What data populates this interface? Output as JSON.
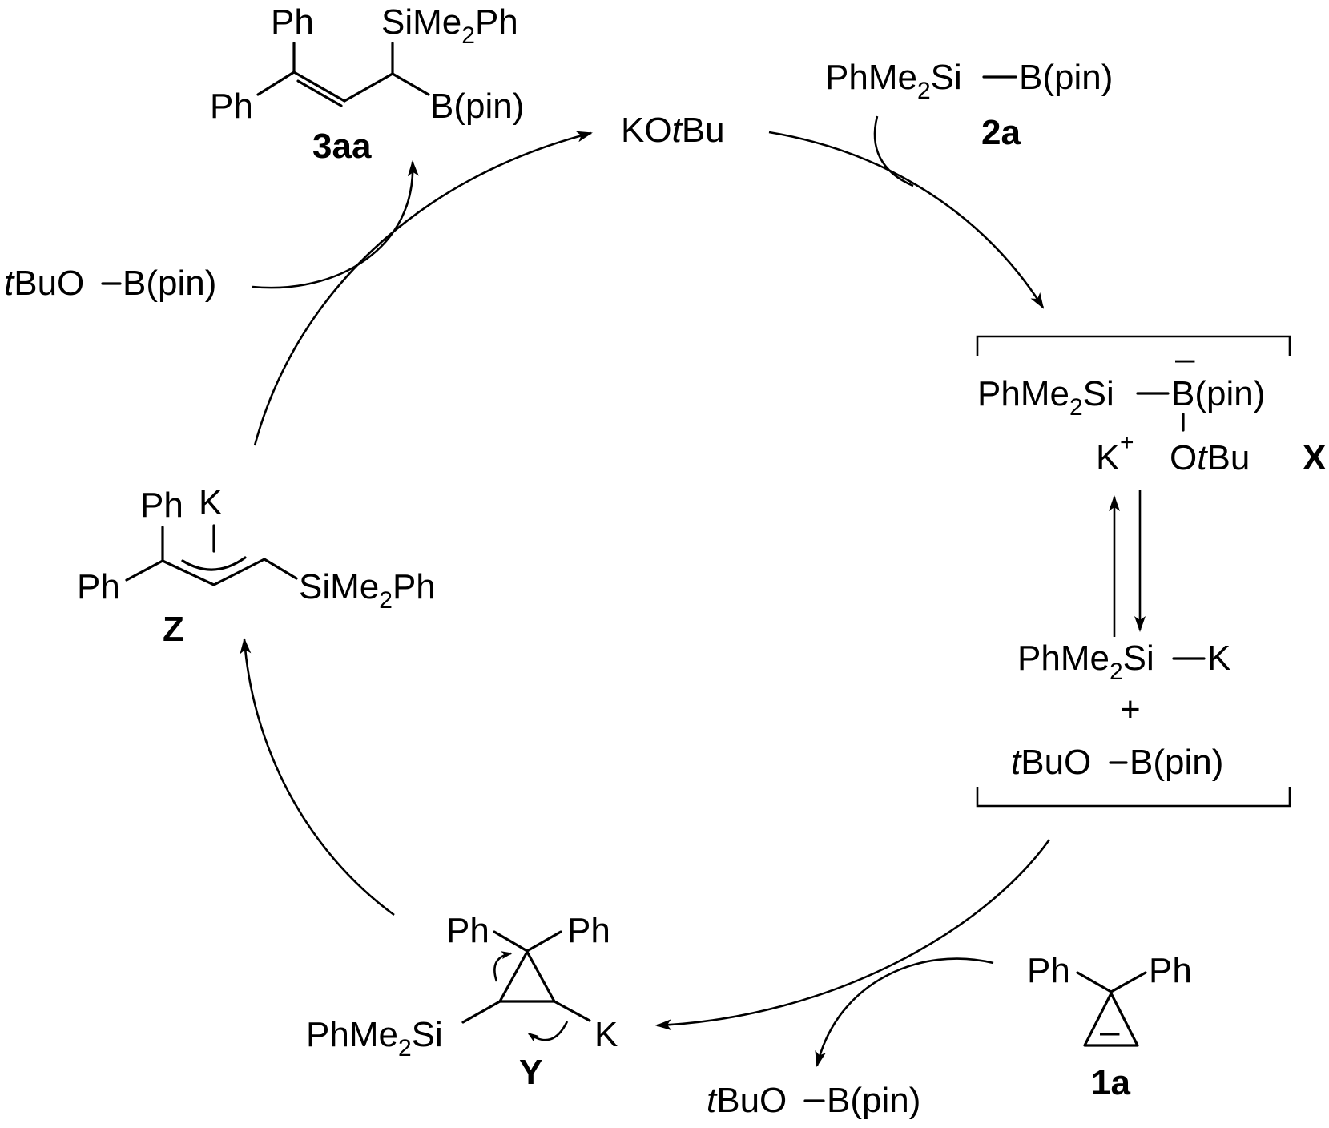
{
  "catalyst": {
    "prefix": "KO",
    "italic": "t",
    "suffix": "Bu"
  },
  "reagent_2a": {
    "left": "PhMe",
    "sub": "2",
    "right": "Si",
    "partner": "B(pin)",
    "label": "2a"
  },
  "reagent_1a": {
    "ph_left": "Ph",
    "ph_right": "Ph",
    "charge": "–",
    "label": "1a"
  },
  "byproduct_top": {
    "italic": "t",
    "text": "BuO",
    "partner": "B(pin)"
  },
  "byproduct_bottom": {
    "italic": "t",
    "text": "BuO",
    "partner": "B(pin)"
  },
  "product_3aa": {
    "ph1": "Ph",
    "ph2": "Ph",
    "si_left": "SiMe",
    "si_sub": "2",
    "si_right": "Ph",
    "boron": "B(pin)",
    "label": "3aa"
  },
  "intermediate_X": {
    "left": "PhMe",
    "sub": "2",
    "right": "Si",
    "boron": "B(pin)",
    "charge": "–",
    "cation": "K",
    "cation_charge": "+",
    "o_prefix": "O",
    "o_italic": "t",
    "o_suffix": "Bu",
    "label": "X",
    "silyl_left": "PhMe",
    "silyl_sub": "2",
    "silyl_right": "Si",
    "silyl_partner": "K",
    "plus": "+",
    "ester_italic": "t",
    "ester_text": "BuO",
    "ester_partner": "B(pin)"
  },
  "intermediate_Y": {
    "ph1": "Ph",
    "ph2": "Ph",
    "si_left": "PhMe",
    "si_sub": "2",
    "si_right": "Si",
    "metal": "K",
    "label": "Y"
  },
  "intermediate_Z": {
    "ph1": "Ph",
    "ph2": "Ph",
    "metal": "K",
    "si_left": "SiMe",
    "si_sub": "2",
    "si_right": "Ph",
    "label": "Z"
  }
}
